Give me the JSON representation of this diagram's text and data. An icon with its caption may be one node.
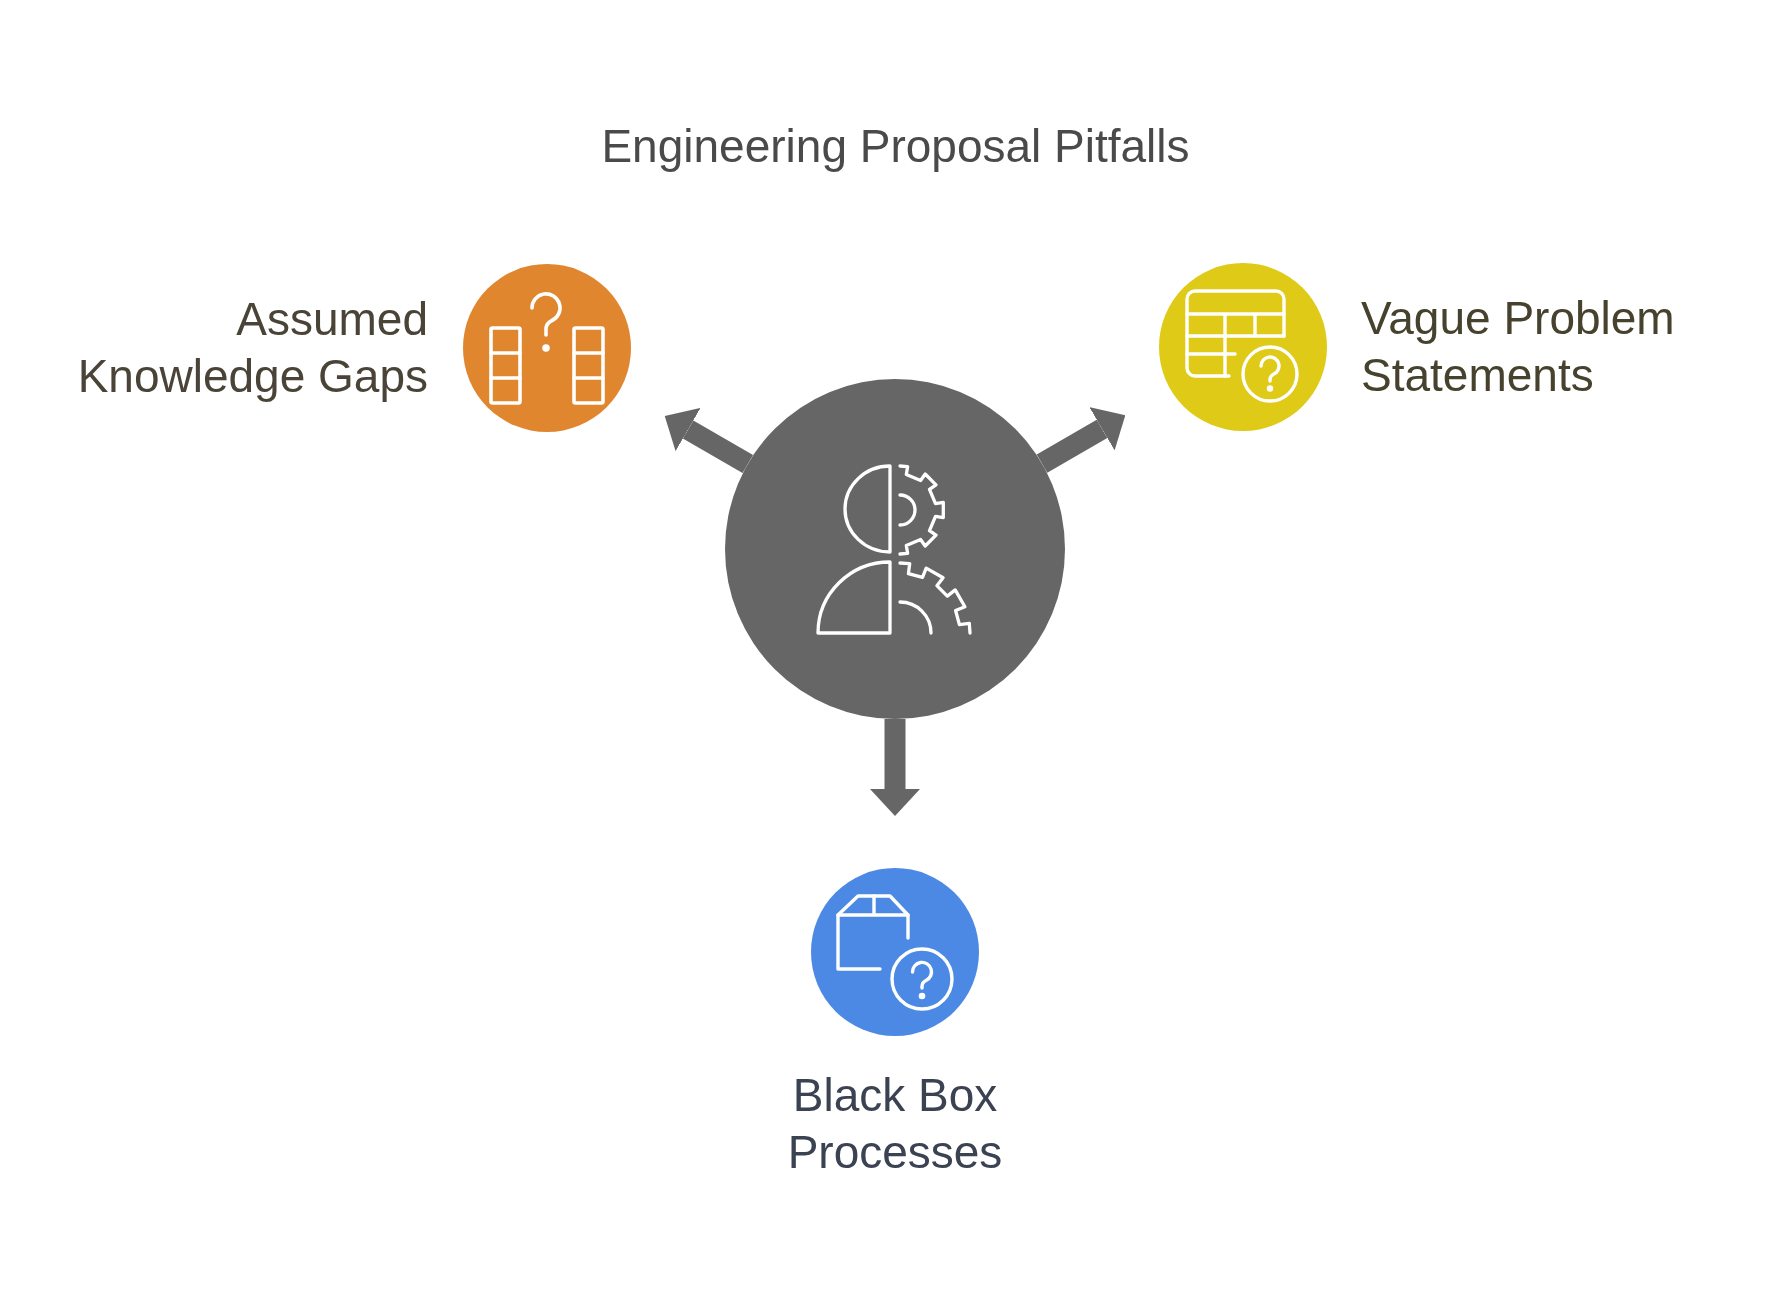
{
  "diagram": {
    "title": "Engineering Proposal Pitfalls",
    "nodes": [
      {
        "text": [
          "Assumed Knowledge Gaps"
        ]
      },
      {
        "text": [
          "Vague Problem Statements"
        ]
      },
      {
        "text": [],
        "shape": "circle"
      },
      {
        "text": [
          "Black Box Processes"
        ]
      }
    ],
    "edges": [
      {
        "from": 2,
        "to": 0,
        "arrow": "to"
      },
      {
        "from": 2,
        "to": 1,
        "arrow": "to"
      },
      {
        "from": 2,
        "to": 3,
        "arrow": "to"
      }
    ]
  }
}
